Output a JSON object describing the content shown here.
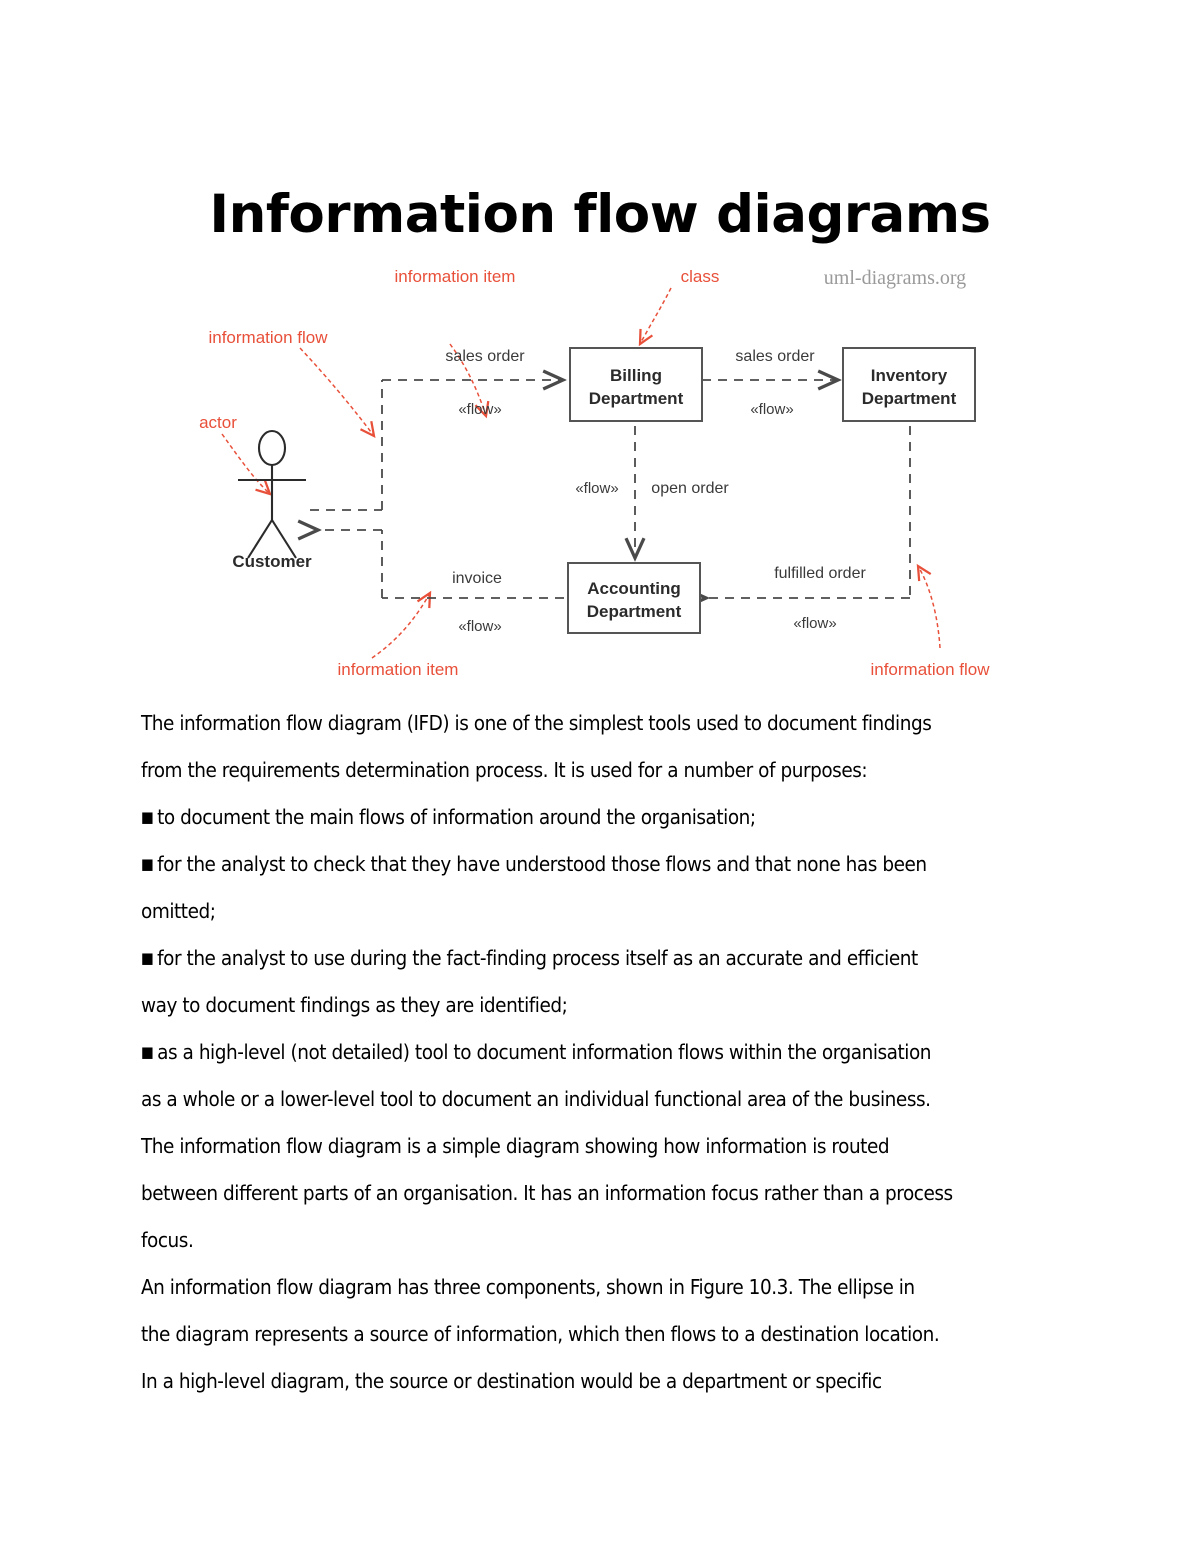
{
  "document": {
    "title": "Information flow diagrams"
  },
  "figure": {
    "watermark": "uml-diagrams.org",
    "annotation_color": "#e8503a",
    "text_color": "#3a3a3a",
    "box_border_color": "#555555",
    "annotations": [
      {
        "id": "information-item-top",
        "label": "information item"
      },
      {
        "id": "class",
        "label": "class"
      },
      {
        "id": "information-flow-left",
        "label": "information flow"
      },
      {
        "id": "actor",
        "label": "actor"
      },
      {
        "id": "information-item-bottom",
        "label": "information item"
      },
      {
        "id": "information-flow-right",
        "label": "information flow"
      }
    ],
    "nodes": [
      {
        "id": "customer",
        "type": "actor",
        "label": "Customer"
      },
      {
        "id": "billing",
        "type": "class",
        "label_line1": "Billing",
        "label_line2": "Department"
      },
      {
        "id": "inventory",
        "type": "class",
        "label_line1": "Inventory",
        "label_line2": "Department"
      },
      {
        "id": "accounting",
        "type": "class",
        "label_line1": "Accounting",
        "label_line2": "Department"
      }
    ],
    "flows": [
      {
        "id": "sales-order-to-billing",
        "item": "sales order",
        "stereotype": "«flow»"
      },
      {
        "id": "sales-order-to-inventory",
        "item": "sales order",
        "stereotype": "«flow»"
      },
      {
        "id": "open-order-to-accounting",
        "item": "open order",
        "stereotype": "«flow»"
      },
      {
        "id": "invoice-to-customer",
        "item": "invoice",
        "stereotype": "«flow»"
      },
      {
        "id": "fulfilled-order-to-accounting",
        "item": "fulfilled order",
        "stereotype": "«flow»"
      }
    ]
  },
  "body": {
    "paragraphs": [
      {
        "id": "p1-l1",
        "bullet": false,
        "text": "The information flow diagram (IFD) is one of the simplest tools used to document findings"
      },
      {
        "id": "p1-l2",
        "bullet": false,
        "text": "from the requirements determination process. It is used for a number of purposes:"
      },
      {
        "id": "b1-l1",
        "bullet": true,
        "text": "to document the main flows of information around the organisation;"
      },
      {
        "id": "b2-l1",
        "bullet": true,
        "text": "for the analyst to check that they have understood those flows and that none has been"
      },
      {
        "id": "b2-l2",
        "bullet": false,
        "text": "omitted;"
      },
      {
        "id": "b3-l1",
        "bullet": true,
        "text": "for the analyst to use during the fact-finding process itself as an accurate and efficient"
      },
      {
        "id": "b3-l2",
        "bullet": false,
        "text": "way to document findings as they are identified;"
      },
      {
        "id": "b4-l1",
        "bullet": true,
        "text": "as a high-level (not detailed) tool to document information flows within the organisation"
      },
      {
        "id": "b4-l2",
        "bullet": false,
        "text": "as a whole or a lower-level tool to document an individual functional area of the business."
      },
      {
        "id": "p2-l1",
        "bullet": false,
        "text": "The information flow diagram is a simple diagram showing how information is routed"
      },
      {
        "id": "p2-l2",
        "bullet": false,
        "text": "between different parts of an organisation. It has an information focus rather than a process"
      },
      {
        "id": "p2-l3",
        "bullet": false,
        "text": "focus."
      },
      {
        "id": "p3-l1",
        "bullet": false,
        "text": "An information flow diagram has three components, shown in Figure 10.3. The ellipse in"
      },
      {
        "id": "p3-l2",
        "bullet": false,
        "text": "the diagram represents a source of information, which then flows to a destination location."
      },
      {
        "id": "p3-l3",
        "bullet": false,
        "text": "In a high-level diagram, the source or destination would be a department or specific"
      }
    ]
  }
}
